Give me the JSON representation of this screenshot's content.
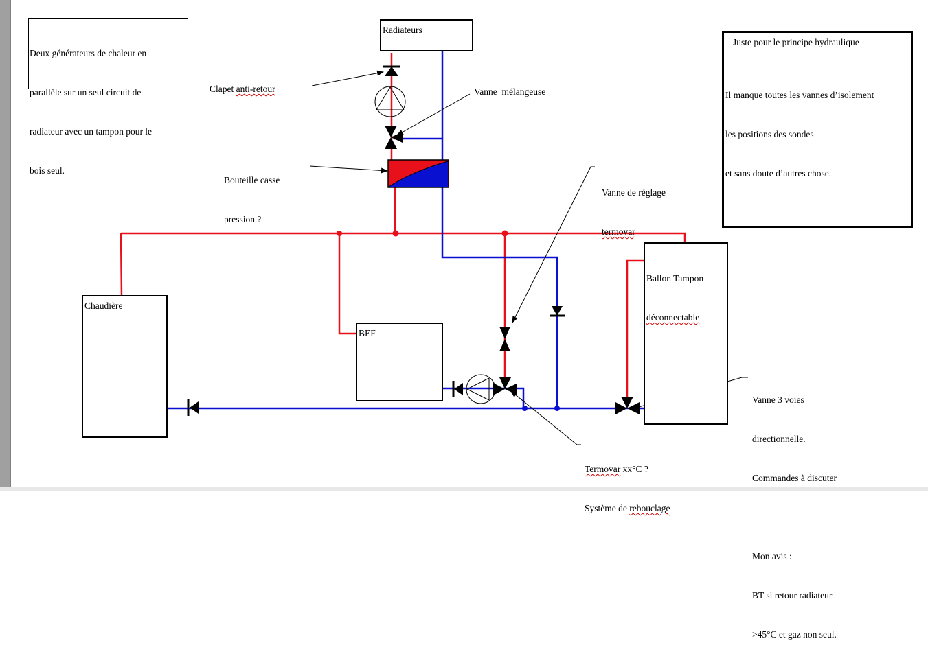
{
  "notes": {
    "intro": [
      "Deux générateurs de chaleur en",
      "parallèle sur un seul circuit de",
      "radiateur avec un tampon pour le",
      "bois seul."
    ],
    "disclaimer_title": "Juste pour le principe hydraulique",
    "disclaimer_lines": [
      "Il manque toutes les vannes d’isolement",
      "les positions des sondes",
      "et sans doute d’autres chose."
    ]
  },
  "components": {
    "radiateurs": "Radiateurs",
    "chaudiere": "Chaudière",
    "bef": "BEF",
    "ballon_line1": "Ballon Tampon",
    "ballon_line2": "déconnectable"
  },
  "labels": {
    "clapet_a": "Clapet ",
    "clapet_b": "anti-retour",
    "vanne_melangeuse": "Vanne  mélangeuse",
    "bouteille_1": "Bouteille casse",
    "bouteille_2": "pression ?",
    "reglage_1": "Vanne de réglage",
    "reglage_2": "termovar",
    "termovar_a": "Termovar",
    "termovar_b": " xx°C ?",
    "rebouclage_a": "Système de ",
    "rebouclage_b": "rebouclage",
    "vanne3_1": "Vanne 3 voies",
    "vanne3_2": "directionnelle.",
    "vanne3_3": "Commandes à discuter",
    "avis_1": "Mon avis :",
    "avis_2": "BT si retour radiateur",
    "avis_3": ">45°C et gaz non seul."
  },
  "colors": {
    "hot": "#e8101a",
    "cold": "#0a10d0",
    "outline": "#000000"
  }
}
